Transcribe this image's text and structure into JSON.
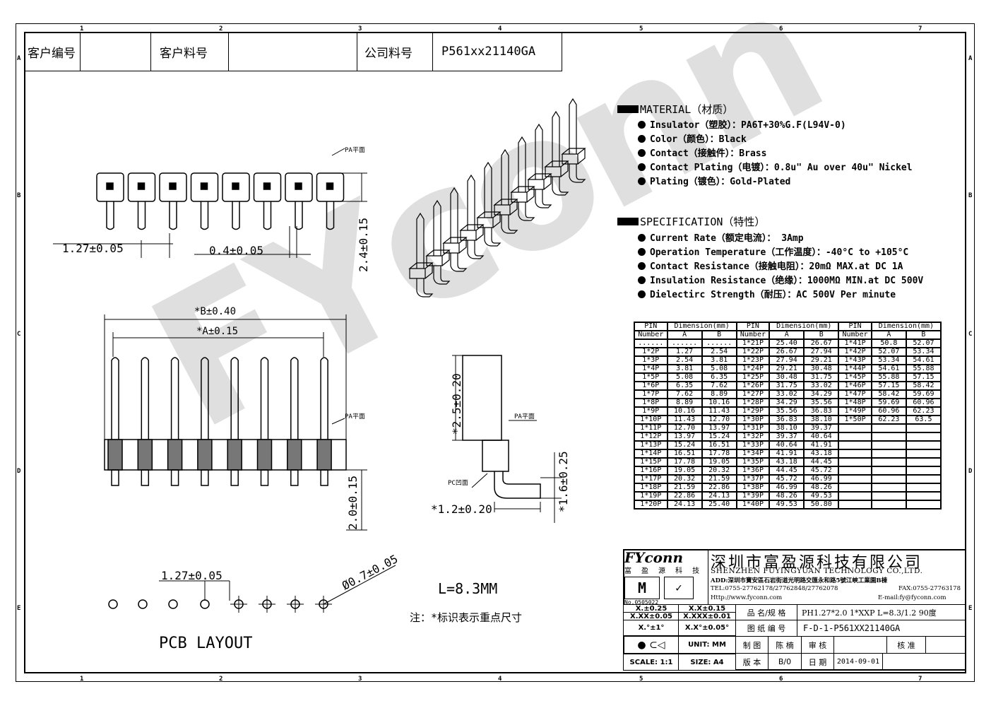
{
  "header": {
    "customer_no_label": "客户编号",
    "customer_no_value": "",
    "customer_part_label": "客户料号",
    "customer_part_value": "",
    "company_part_label": "公司料号",
    "company_part_value": "P561xx21140GA"
  },
  "zones": {
    "columns": [
      "1",
      "2",
      "3",
      "4",
      "5",
      "6",
      "7"
    ],
    "rows": [
      "A",
      "B",
      "C",
      "D",
      "E"
    ]
  },
  "material": {
    "title": "MATERIAL（材质）",
    "items": [
      "Insulator（塑胶）：PA6T+30%G.F(L94V-0)",
      "Color（颜色）：Black",
      "Contact（接触件）：Brass",
      "Contact Plating（电镀）：0.8u\" Au  over 40u\" Nickel",
      "Plating（镀色）：Gold-Plated"
    ]
  },
  "specification": {
    "title": "SPECIFICATION（特性）",
    "items": [
      "Current Rate（额定电流）： 3Amp",
      "Operation Temperature（工作温度）：-40°C to +105°C",
      "Contact Resistance（接触电阻）：20mΩ MAX.at DC 1A",
      "Insulation Resistance（绝缘）：1000MΩ MIN.at DC 500V",
      "Dielectirc Strength（耐压）：AC 500V Per minute"
    ]
  },
  "dim_table": {
    "header_pin": "PIN",
    "header_number": "Number",
    "header_dim": "Dimension(mm)",
    "header_a": "A",
    "header_b": "B",
    "rows": [
      [
        "......",
        "......",
        "......",
        "1*21P",
        "25.40",
        "26.67",
        "1*41P",
        "50.8",
        "52.07"
      ],
      [
        "1*2P",
        "1.27",
        "2.54",
        "1*22P",
        "26.67",
        "27.94",
        "1*42P",
        "52.07",
        "53.34"
      ],
      [
        "1*3P",
        "2.54",
        "3.81",
        "1*23P",
        "27.94",
        "29.21",
        "1*43P",
        "53.34",
        "54.61"
      ],
      [
        "1*4P",
        "3.81",
        "5.08",
        "1*24P",
        "29.21",
        "30.48",
        "1*44P",
        "54.61",
        "55.88"
      ],
      [
        "1*5P",
        "5.08",
        "6.35",
        "1*25P",
        "30.48",
        "31.75",
        "1*45P",
        "55.88",
        "57.15"
      ],
      [
        "1*6P",
        "6.35",
        "7.62",
        "1*26P",
        "31.75",
        "33.02",
        "1*46P",
        "57.15",
        "58.42"
      ],
      [
        "1*7P",
        "7.62",
        "8.89",
        "1*27P",
        "33.02",
        "34.29",
        "1*47P",
        "58.42",
        "59.69"
      ],
      [
        "1*8P",
        "8.89",
        "10.16",
        "1*28P",
        "34.29",
        "35.56",
        "1*48P",
        "59.69",
        "60.96"
      ],
      [
        "1*9P",
        "10.16",
        "11.43",
        "1*29P",
        "35.56",
        "36.83",
        "1*49P",
        "60.96",
        "62.23"
      ],
      [
        "1*10P",
        "11.43",
        "12.70",
        "1*30P",
        "36.83",
        "38.10",
        "1*50P",
        "62.23",
        "63.5"
      ],
      [
        "1*11P",
        "12.70",
        "13.97",
        "1*31P",
        "38.10",
        "39.37",
        "",
        "",
        ""
      ],
      [
        "1*12P",
        "13.97",
        "15.24",
        "1*32P",
        "39.37",
        "40.64",
        "",
        "",
        ""
      ],
      [
        "1*13P",
        "15.24",
        "16.51",
        "1*33P",
        "40.64",
        "41.91",
        "",
        "",
        ""
      ],
      [
        "1*14P",
        "16.51",
        "17.78",
        "1*34P",
        "41.91",
        "43.18",
        "",
        "",
        ""
      ],
      [
        "1*15P",
        "17.78",
        "19.05",
        "1*35P",
        "43.18",
        "44.45",
        "",
        "",
        ""
      ],
      [
        "1*16P",
        "19.05",
        "20.32",
        "1*36P",
        "44.45",
        "45.72",
        "",
        "",
        ""
      ],
      [
        "1*17P",
        "20.32",
        "21.59",
        "1*37P",
        "45.72",
        "46.99",
        "",
        "",
        ""
      ],
      [
        "1*18P",
        "21.59",
        "22.86",
        "1*38P",
        "46.99",
        "48.26",
        "",
        "",
        ""
      ],
      [
        "1*19P",
        "22.86",
        "24.13",
        "1*39P",
        "48.26",
        "49.53",
        "",
        "",
        ""
      ],
      [
        "1*20P",
        "24.13",
        "25.40",
        "1*40P",
        "49.53",
        "50.80",
        "",
        "",
        ""
      ]
    ]
  },
  "drawing": {
    "pa_plane": "PA平面",
    "pc_recess": "PC凹面",
    "pitch_top": "1.27±0.05",
    "pin_width": "0.4±0.05",
    "height_top": "2.4±0.15",
    "dim_b": "*B±0.40",
    "dim_a": "*A±0.15",
    "height_front": "2.0±0.15",
    "side_h": "*2.5±0.20",
    "side_1_6": "*1.6±0.25",
    "side_1_2": "*1.2±0.20",
    "pcb_pitch": "1.27±0.05",
    "pcb_hole": "Ø0.7±0.05",
    "pcb_title": "PCB LAYOUT",
    "length": "L=8.3MM",
    "note": "注：*标识表示重点尺寸"
  },
  "title_block": {
    "logo": "FYconn",
    "logo_cn": "富 盈 源 科 技",
    "cert_no": "No.0505022",
    "company_cn": "深圳市富盈源科技有限公司",
    "company_en": "SHENZHEN FUYINGYUAN TECHNOLOGY CO.,LTD.",
    "address": "ADD:深圳市寶安區石岩街道光明路交匯永和路5號江峽工業園B棟",
    "tel": "TEL:0755-27762178/27762848/27762078",
    "fax": "FAX:0755-27763178",
    "web": "Http://www.fyconn.com",
    "email": "E-mail:fy@fyconn.com",
    "tol1": "X.±0.25",
    "tol2": "X.X±0.15",
    "tol3": "X.XX±0.05",
    "tol4": "X.XXX±0.01",
    "tol5": "X.°±1°",
    "tol6": "X.X°±0.05°",
    "unit": "UNIT: MM",
    "scale": "SCALE: 1:1",
    "size": "SIZE: A4",
    "name_label": "品 名/规 格",
    "name_value": "PH1.27*2.0   1*XXP   L=8.3/1.2 90度",
    "drawing_no_label": "图 纸 编 号",
    "drawing_no_value": "F-D-1-P561XX21140GA",
    "drawn_label": "制 图",
    "drawn_value": "陈 楠",
    "check_label": "审 核",
    "check_value": "",
    "approve_label": "核 准",
    "approve_value": "",
    "version_label": "版 本",
    "version_value": "B/0",
    "date_label": "日 期",
    "date_value": "2014-09-01"
  }
}
